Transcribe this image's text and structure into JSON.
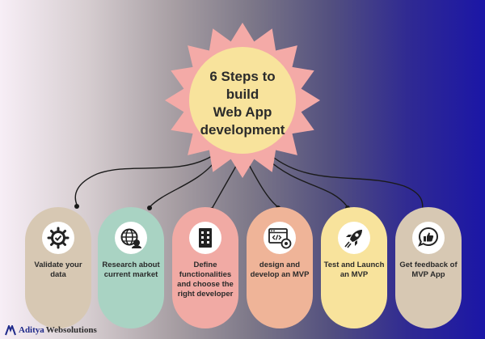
{
  "title": {
    "lines": [
      "6 Steps to",
      "build",
      "Web App",
      "development"
    ]
  },
  "steps": [
    {
      "label": "Validate your data",
      "icon": "gear-check-icon",
      "color": "#d7c8b3"
    },
    {
      "label": "Research about current market",
      "icon": "globe-network-icon",
      "color": "#a9d3c3"
    },
    {
      "label": "Define functionalities and choose the right developer",
      "icon": "building-icon",
      "color": "#f1aaa4"
    },
    {
      "label": "design and develop an MVP",
      "icon": "browser-code-icon",
      "color": "#efb498"
    },
    {
      "label": "Test and Launch an MVP",
      "icon": "rocket-icon",
      "color": "#f8e39c"
    },
    {
      "label": "Get feedback of MVP App",
      "icon": "thumbs-up-chat-icon",
      "color": "#d7c8b3"
    }
  ],
  "brand": {
    "part1": "Aditya",
    "part2": "Websolutions",
    "icon": "aw-logo-icon"
  },
  "colors": {
    "star_outer": "#f4aaa7",
    "star_inner": "#f8e39c",
    "connector": "#1a1a1a"
  }
}
